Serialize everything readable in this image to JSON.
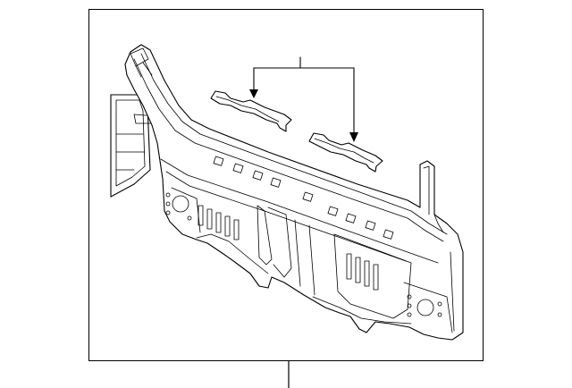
{
  "diagram": {
    "frame_color": "#000000",
    "background": "#ffffff",
    "parts": [
      {
        "name": "rear-panel-assembly-drawing"
      },
      {
        "name": "upper-reinforcement-bracket-left"
      },
      {
        "name": "upper-reinforcement-bracket-right"
      }
    ],
    "callouts": [
      {
        "name": "callout-leader-main"
      },
      {
        "name": "callout-leader-brackets"
      }
    ]
  }
}
